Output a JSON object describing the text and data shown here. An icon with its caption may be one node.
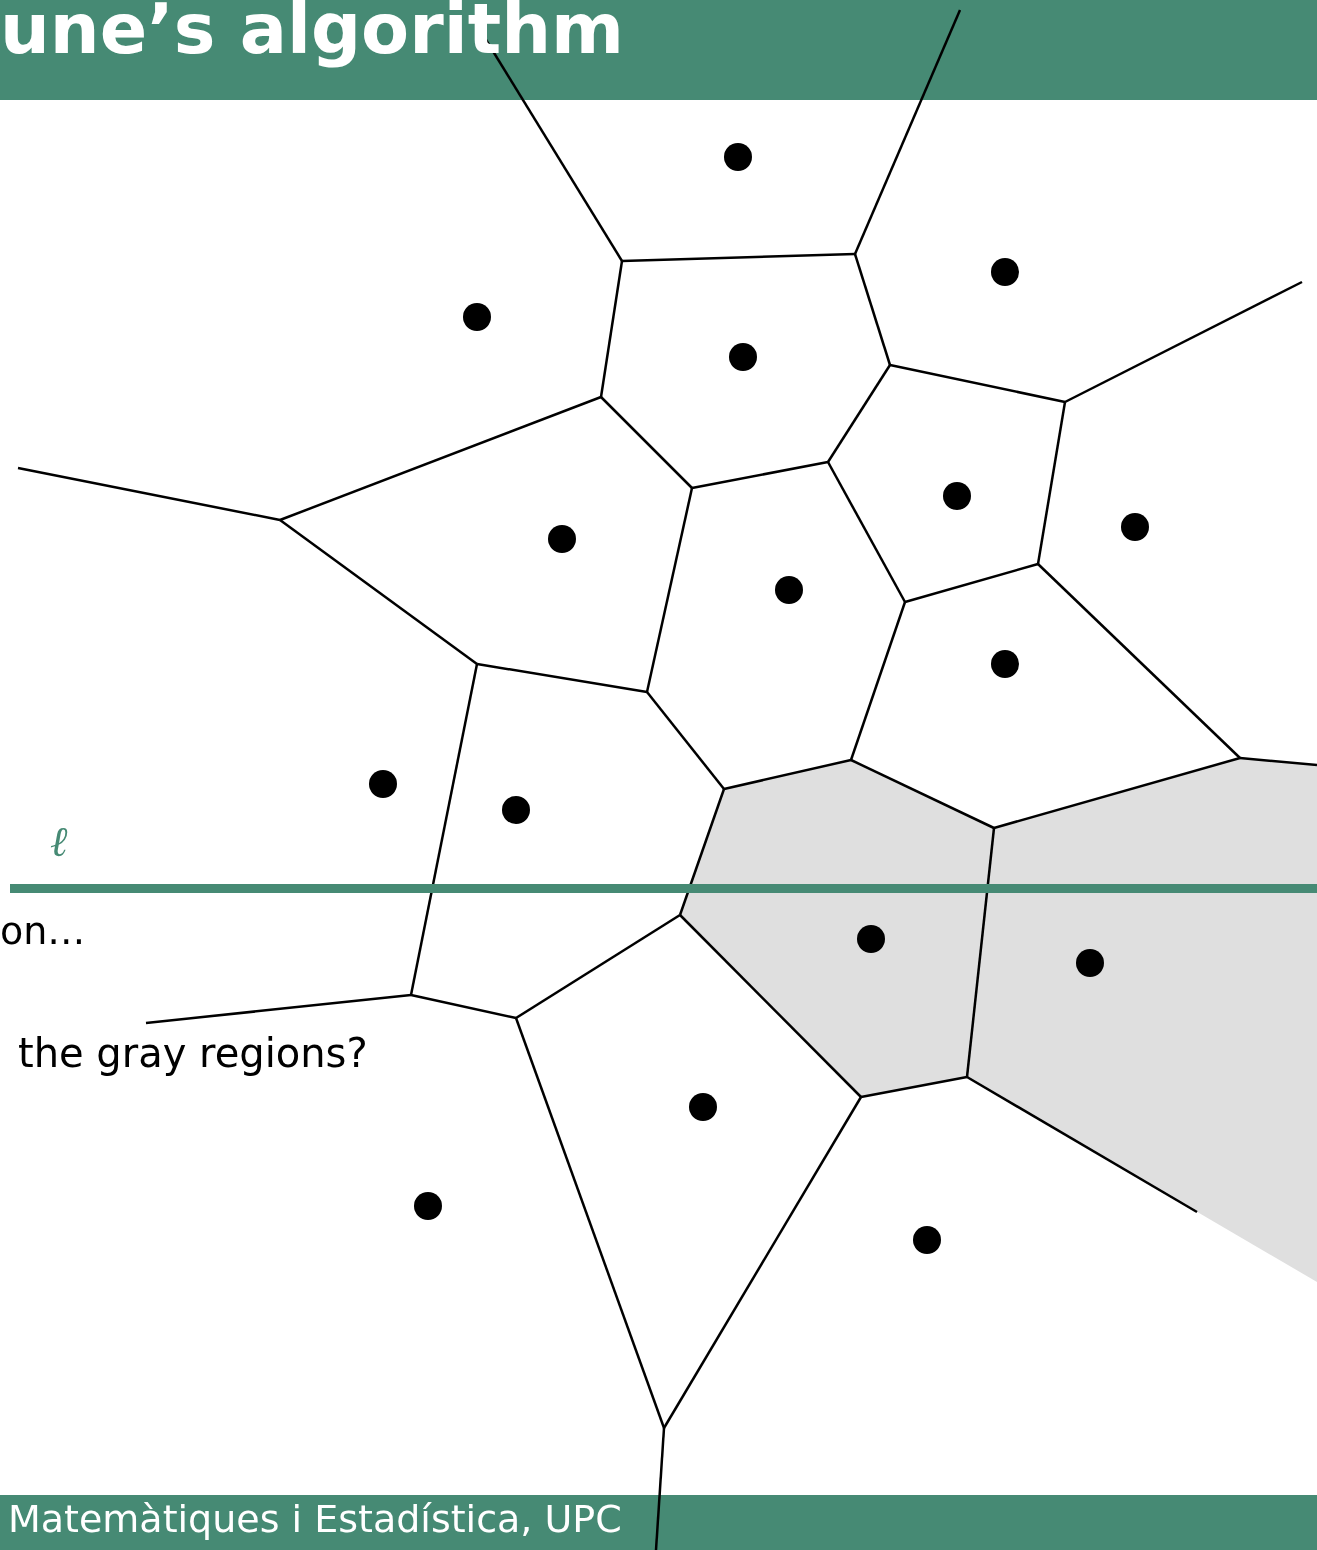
{
  "diagram": {
    "title": "une’s algorithm",
    "labels": [
      "ℓ",
      "on…",
      "the gray regions?",
      "Matemàtiques i Estadística, UPC"
    ]
  }
}
